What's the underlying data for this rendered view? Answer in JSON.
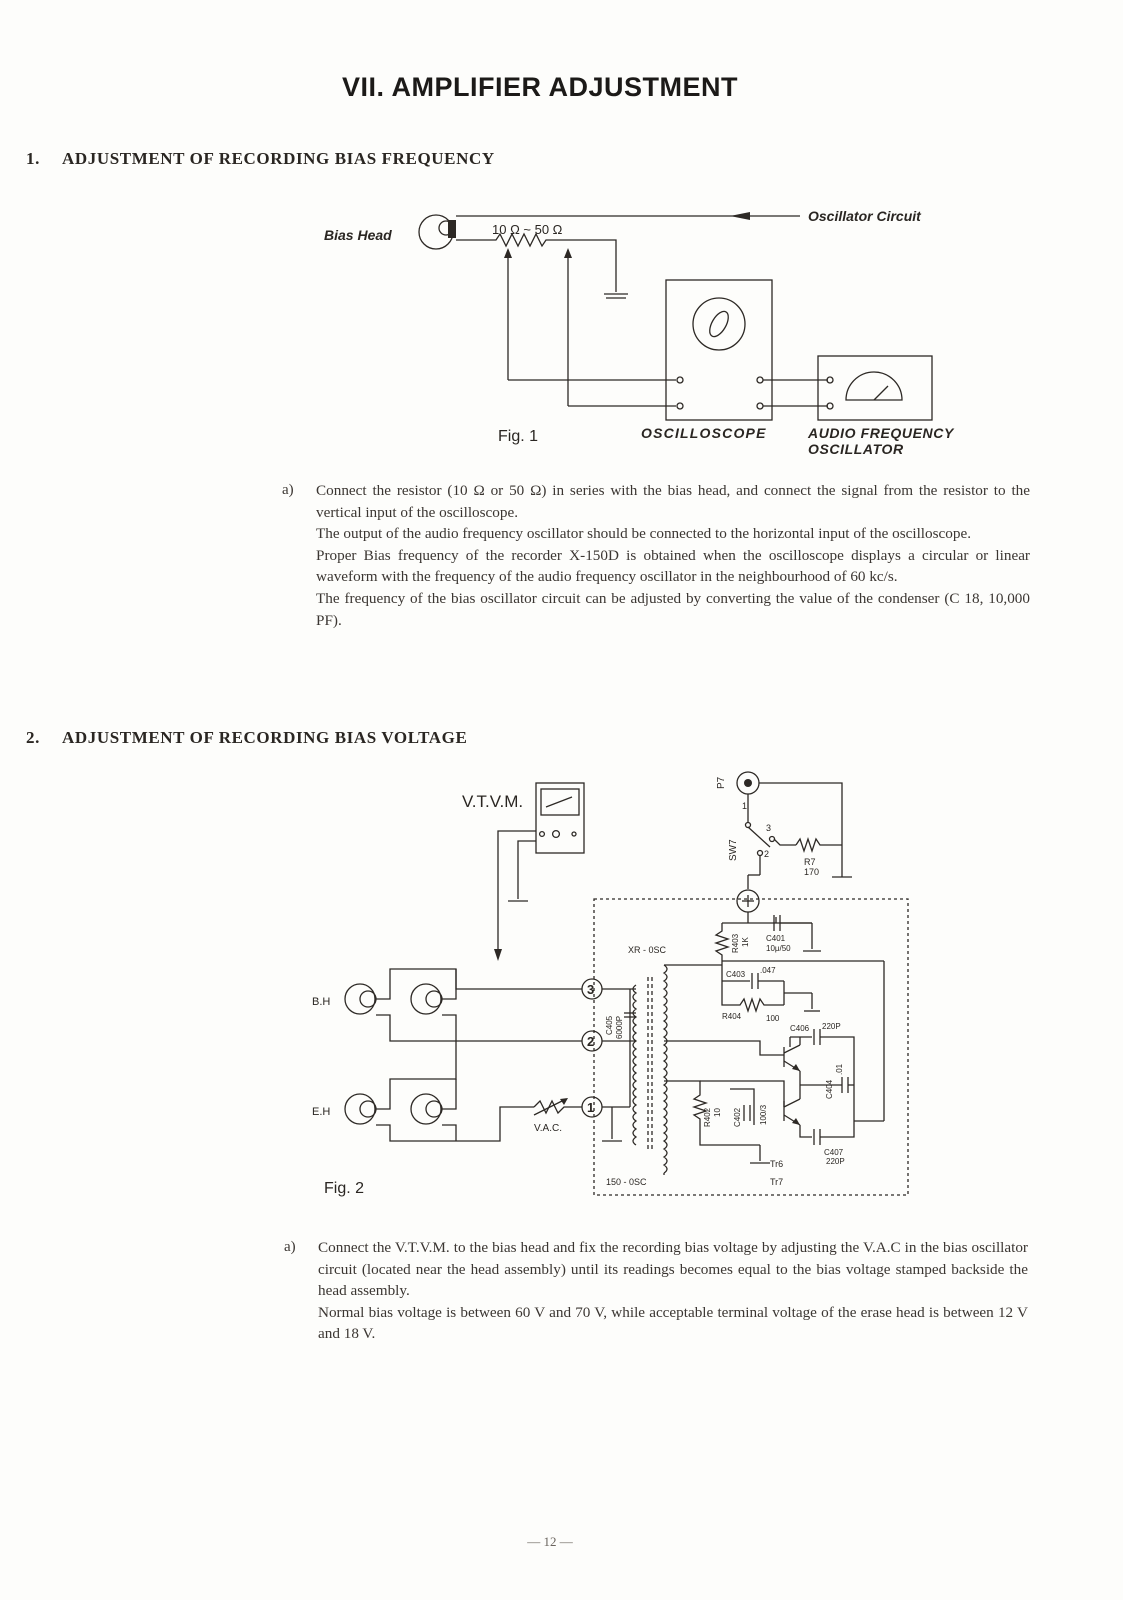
{
  "title": "VII.   AMPLIFIER ADJUSTMENT",
  "section1": {
    "number": "1.",
    "heading": "ADJUSTMENT OF RECORDING BIAS FREQUENCY",
    "fig1": {
      "bias_head": "Bias Head",
      "resistor": "10 Ω ~ 50 Ω",
      "oscillator_circuit": "Oscillator Circuit",
      "caption": "Fig.  1",
      "oscilloscope": "OSCILLOSCOPE",
      "afo_line1": "AUDIO FREQUENCY",
      "afo_line2": "OSCILLATOR"
    },
    "marker": "a)",
    "paragraphs": [
      "Connect the resistor (10 Ω or 50 Ω) in series with the bias head, and connect the signal from the resistor to the vertical input of the oscilloscope.",
      "The output of the audio frequency oscillator should be connected to the horizontal input of the oscilloscope.",
      "Proper Bias frequency of the recorder X-150D is obtained when the oscilloscope displays a circular or linear waveform with the frequency of the audio frequency oscillator in the neighbourhood of 60 kc/s.",
      "The frequency of the bias oscillator circuit can be adjusted by converting the value of the condenser (C 18, 10,000 PF)."
    ]
  },
  "section2": {
    "number": "2.",
    "heading": "ADJUSTMENT OF RECORDING BIAS VOLTAGE",
    "fig2": {
      "vtvm": "V.T.V.M.",
      "bh": "B.H",
      "eh": "E.H",
      "vac": "V.A.C.",
      "p7": "P7",
      "sw7": "SW7",
      "sw_1": "1",
      "sw_2": "2",
      "sw_3": "3",
      "r7": "R7",
      "r7_val": "170",
      "xr_osc": "XR - 0SC",
      "osc150": "150 - 0SC",
      "r403": "R403",
      "r403_val": "1K",
      "c401": "C401",
      "c401_val": "10μ/50",
      "c403": "C403",
      "c403_val": ".047",
      "r404": "R404",
      "r404_val": "100",
      "c405": "C405",
      "c405_val": "6000P",
      "c406": "C406",
      "c406_val": "220P",
      "c404": "C404",
      "c404_val": ".01",
      "r402": "R402",
      "r402_val": "10",
      "c402": "C402",
      "c402_val": "100/3",
      "c407": "C407",
      "c407_val": "220P",
      "tr6": "Tr6",
      "tr7": "Tr7",
      "term1": "1",
      "term2": "2",
      "term3": "3",
      "caption": "Fig.  2"
    },
    "marker": "a)",
    "paragraphs": [
      "Connect the V.T.V.M. to the bias head and fix the recording bias voltage by adjusting the V.A.C in the bias oscillator circuit (located near the head assembly) until its readings becomes equal to the bias voltage stamped backside the head assembly.",
      "Normal bias voltage is between 60 V and 70 V, while acceptable terminal voltage of the erase head is between 12 V and 18 V."
    ]
  },
  "page_number": "— 12 —"
}
